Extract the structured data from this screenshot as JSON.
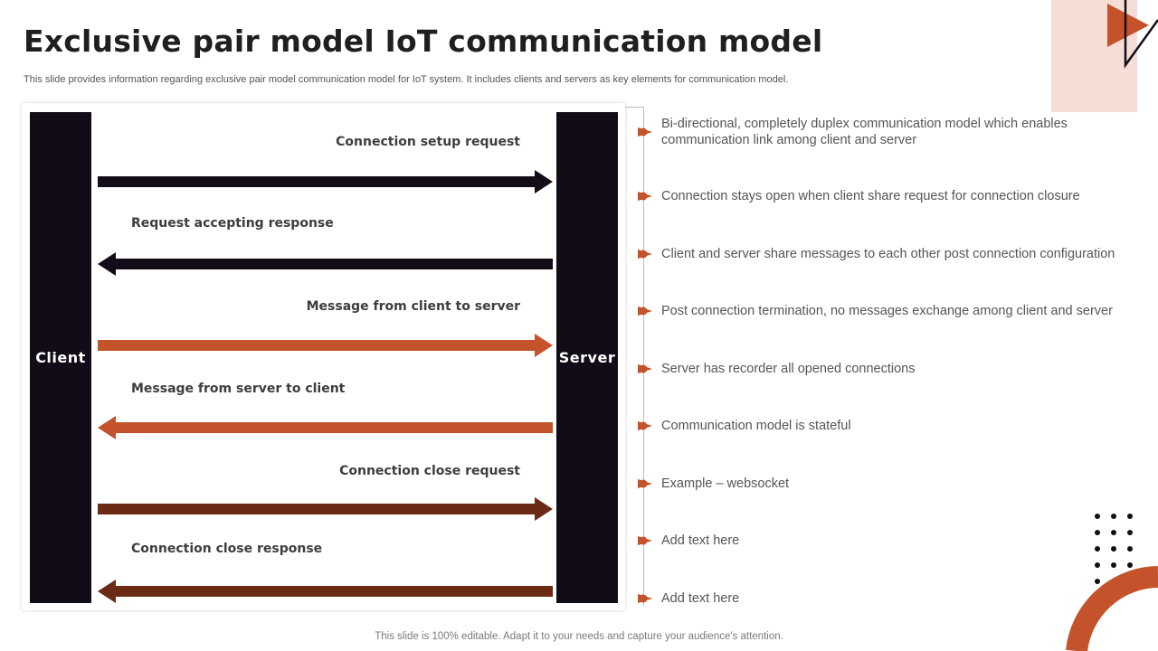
{
  "title": "Exclusive pair model IoT communication model",
  "subtitle": "This slide provides information regarding exclusive pair model communication model for IoT system. It includes clients and servers as key elements for communication model.",
  "footer": "This slide is 100% editable. Adapt it to your needs and capture your audience's attention.",
  "colors": {
    "dark": "#120c18",
    "orange": "#c4522a",
    "brown": "#6b2a14",
    "pink": "#f6ded7"
  },
  "diagram": {
    "client_label": "Client",
    "server_label": "Server",
    "messages": [
      {
        "label": "Connection setup request",
        "direction": "to-server",
        "color": "#120c18"
      },
      {
        "label": "Request accepting response",
        "direction": "to-client",
        "color": "#120c18"
      },
      {
        "label": "Message from client to server",
        "direction": "to-server",
        "color": "#c4522a"
      },
      {
        "label": "Message from server to client",
        "direction": "to-client",
        "color": "#c4522a"
      },
      {
        "label": "Connection close request",
        "direction": "to-server",
        "color": "#6b2a14"
      },
      {
        "label": "Connection close response",
        "direction": "to-client",
        "color": "#6b2a14"
      }
    ]
  },
  "features": [
    "Bi-directional, completely duplex communication model which enables communication link among client and server",
    "Connection stays open when client share request for connection closure",
    "Client and server share messages to each other post connection configuration",
    "Post connection termination, no messages exchange among client and server",
    "Server has recorder all opened connections",
    "Communication model is stateful",
    "Example – websocket",
    "Add text here",
    "Add text here"
  ]
}
